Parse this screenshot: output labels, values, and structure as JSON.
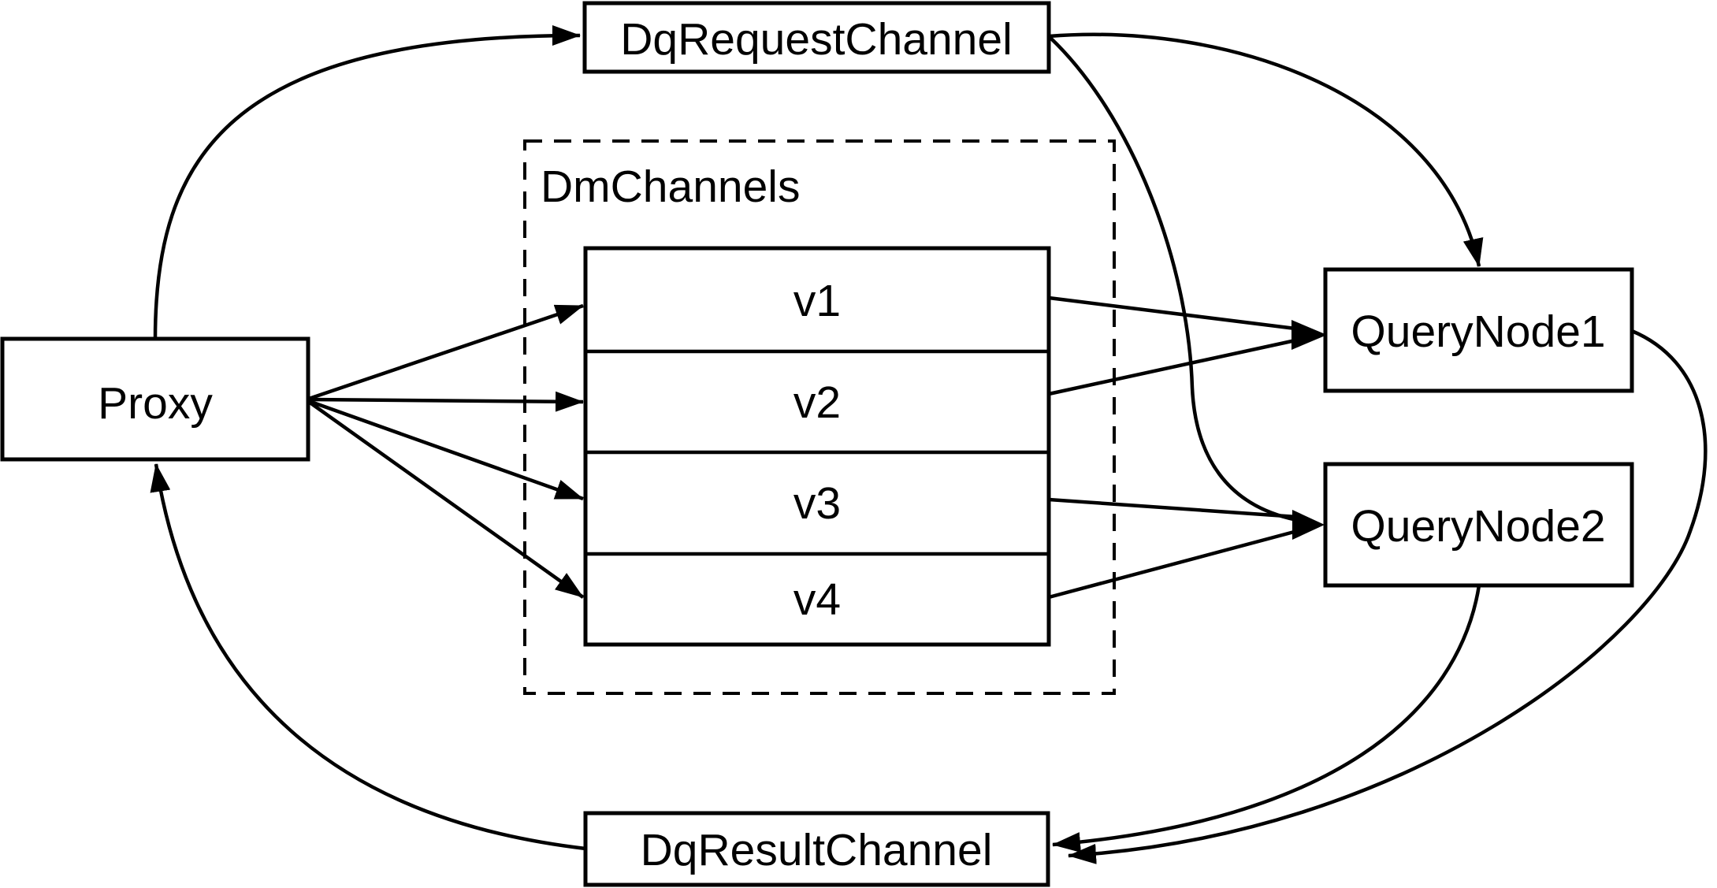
{
  "diagram": {
    "background_color": "#ffffff",
    "stroke_color": "#000000",
    "box_fill_color": "#ffffff",
    "nodes": {
      "proxy": {
        "label": "Proxy"
      },
      "dq_request_channel": {
        "label": "DqRequestChannel"
      },
      "dm_channels": {
        "label": "DmChannels"
      },
      "v1": {
        "label": "v1"
      },
      "v2": {
        "label": "v2"
      },
      "v3": {
        "label": "v3"
      },
      "v4": {
        "label": "v4"
      },
      "query_node1": {
        "label": "QueryNode1"
      },
      "query_node2": {
        "label": "QueryNode2"
      },
      "dq_result_channel": {
        "label": "DqResultChannel"
      }
    },
    "edges": [
      {
        "from": "proxy",
        "to": "dq_request_channel"
      },
      {
        "from": "dq_request_channel",
        "to": "query_node1"
      },
      {
        "from": "dq_request_channel",
        "to": "query_node2"
      },
      {
        "from": "proxy",
        "to": "v1"
      },
      {
        "from": "proxy",
        "to": "v2"
      },
      {
        "from": "proxy",
        "to": "v3"
      },
      {
        "from": "proxy",
        "to": "v4"
      },
      {
        "from": "v1",
        "to": "query_node1"
      },
      {
        "from": "v2",
        "to": "query_node1"
      },
      {
        "from": "v3",
        "to": "query_node2"
      },
      {
        "from": "v4",
        "to": "query_node2"
      },
      {
        "from": "query_node1",
        "to": "dq_result_channel"
      },
      {
        "from": "query_node2",
        "to": "dq_result_channel"
      },
      {
        "from": "dq_result_channel",
        "to": "proxy"
      }
    ]
  }
}
